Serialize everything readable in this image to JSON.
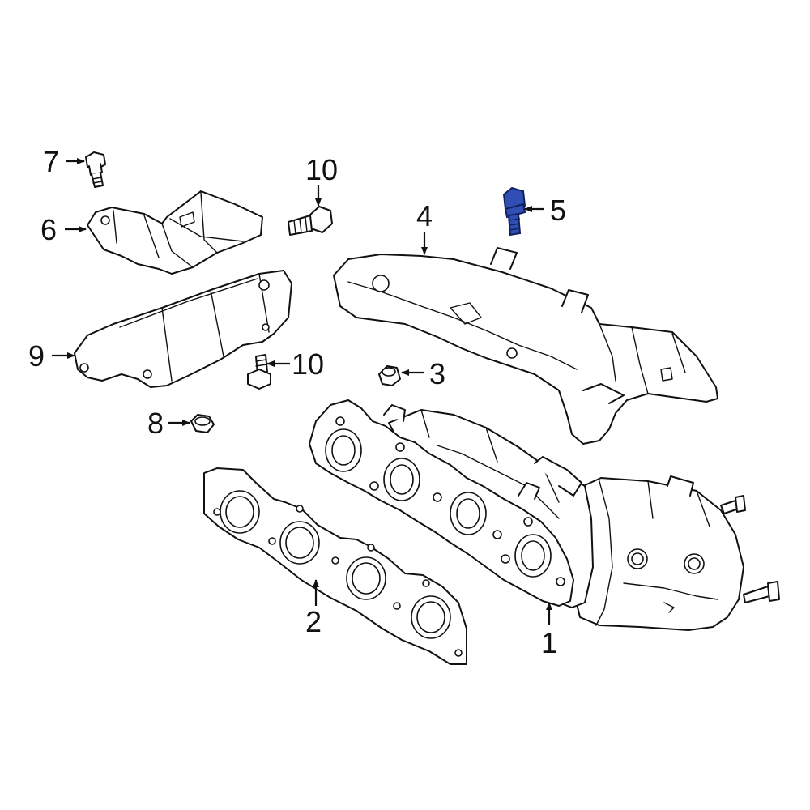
{
  "callouts": {
    "c1": "1",
    "c2": "2",
    "c3": "3",
    "c4": "4",
    "c5": "5",
    "c6": "6",
    "c7": "7",
    "c8": "8",
    "c9": "9",
    "c10a": "10",
    "c10b": "10"
  },
  "colors": {
    "line": "#111111",
    "highlight_fill": "#2f4fb5",
    "highlight_stroke": "#10205e",
    "background": "#ffffff"
  },
  "highlighted_part": "5"
}
